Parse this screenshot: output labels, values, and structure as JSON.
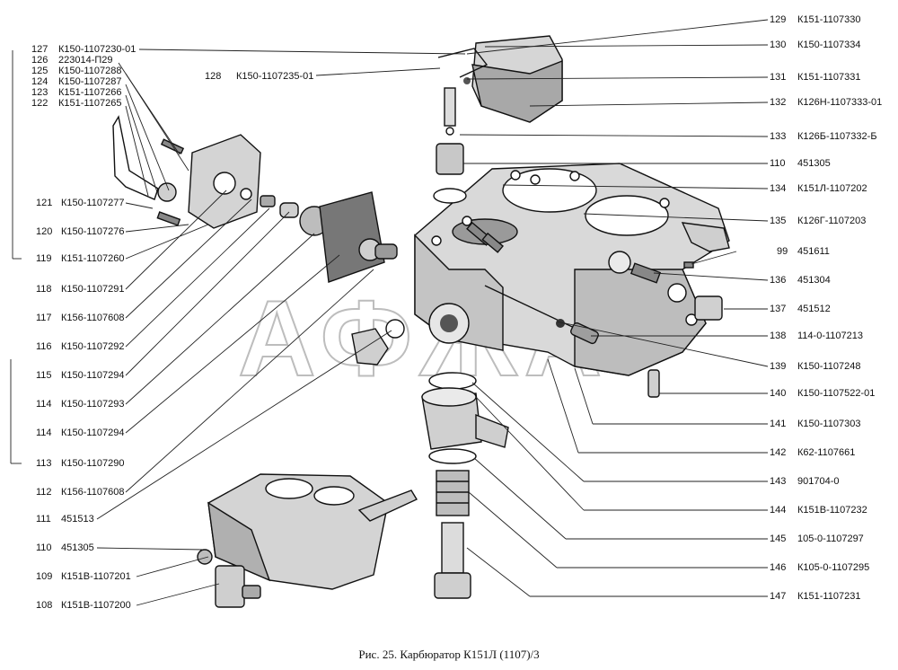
{
  "watermark": "АФЖА",
  "caption": "Рис. 25. Карбюратор К151Л (1107)/3",
  "callouts_left": [
    {
      "num": "127",
      "code": "К150-1107230-01"
    },
    {
      "num": "126",
      "code": "223014-П29"
    },
    {
      "num": "125",
      "code": "К150-1107288"
    },
    {
      "num": "124",
      "code": "К150-1107287"
    },
    {
      "num": "123",
      "code": "К151-1107266"
    },
    {
      "num": "122",
      "code": "К151-1107265"
    },
    {
      "num": "128",
      "code": "К150-1107235-01"
    },
    {
      "num": "121",
      "code": "К150-1107277"
    },
    {
      "num": "120",
      "code": "К150-1107276"
    },
    {
      "num": "119",
      "code": "К151-1107260"
    },
    {
      "num": "118",
      "code": "К150-1107291"
    },
    {
      "num": "117",
      "code": "К156-1107608"
    },
    {
      "num": "116",
      "code": "К150-1107292"
    },
    {
      "num": "115",
      "code": "К150-1107294"
    },
    {
      "num": "114",
      "code": "К150-1107293"
    },
    {
      "num": "114",
      "code": "К150-1107294"
    },
    {
      "num": "113",
      "code": "К150-1107290"
    },
    {
      "num": "112",
      "code": "К156-1107608"
    },
    {
      "num": "111",
      "code": "451513"
    },
    {
      "num": "110",
      "code": "451305"
    },
    {
      "num": "109",
      "code": "К151В-1107201"
    },
    {
      "num": "108",
      "code": "К151В-1107200"
    }
  ],
  "callouts_right": [
    {
      "num": "129",
      "code": "К151-1107330"
    },
    {
      "num": "130",
      "code": "К150-1107334"
    },
    {
      "num": "131",
      "code": "К151-1107331"
    },
    {
      "num": "132",
      "code": "К126Н-1107333-01"
    },
    {
      "num": "133",
      "code": "К126Б-1107332-Б"
    },
    {
      "num": "110",
      "code": "451305"
    },
    {
      "num": "134",
      "code": "К151Л-1107202"
    },
    {
      "num": "135",
      "code": "К126Г-1107203"
    },
    {
      "num": "99",
      "code": "451611"
    },
    {
      "num": "136",
      "code": "451304"
    },
    {
      "num": "137",
      "code": "451512"
    },
    {
      "num": "138",
      "code": "114-0-1107213"
    },
    {
      "num": "139",
      "code": "К150-1107248"
    },
    {
      "num": "140",
      "code": "К150-1107522-01"
    },
    {
      "num": "141",
      "code": "К150-1107303"
    },
    {
      "num": "142",
      "code": "К62-1107661"
    },
    {
      "num": "143",
      "code": "901704-0"
    },
    {
      "num": "144",
      "code": "К151В-1107232"
    },
    {
      "num": "145",
      "code": "105-0-1107297"
    },
    {
      "num": "146",
      "code": "К105-0-1107295"
    },
    {
      "num": "147",
      "code": "К151-1107231"
    }
  ]
}
